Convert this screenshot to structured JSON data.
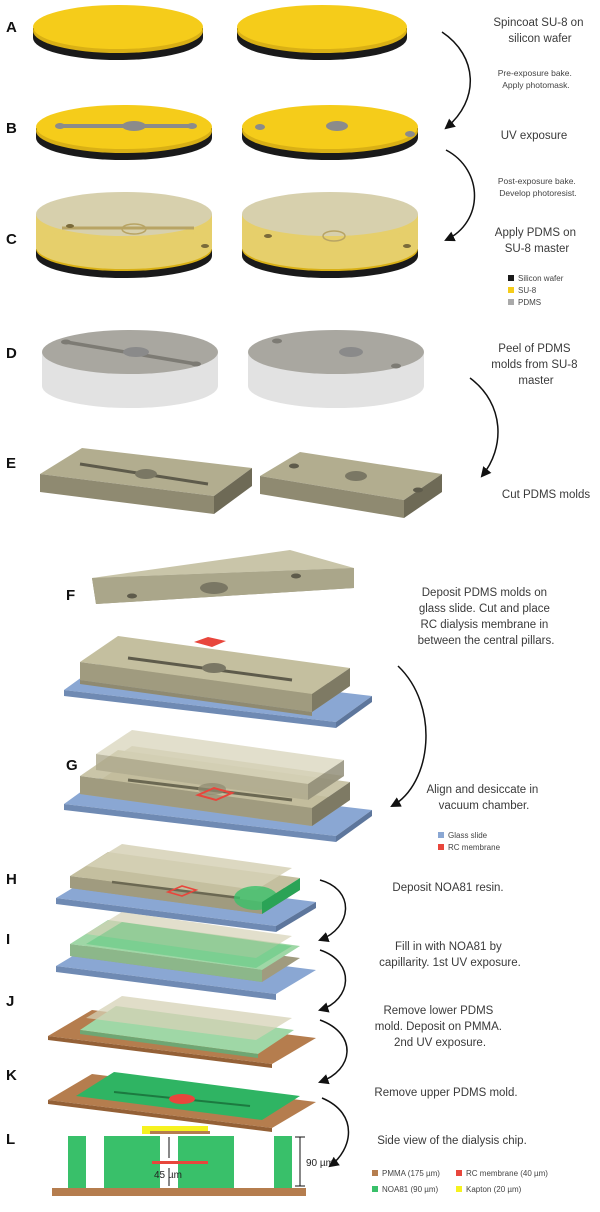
{
  "colors": {
    "silicon": "#1a1a1a",
    "su8": "#f5cc1a",
    "pdms": "#a9a9a9",
    "pdms_body": "#c3bda0",
    "glass": "#8aa7d3",
    "rc": "#e8463c",
    "noa": "#39c06a",
    "pmma": "#b57d4e",
    "kapton": "#f6f21f"
  },
  "steps": {
    "A": {
      "label": "A",
      "caption": [
        "Spincoat SU-8 on",
        "silicon wafer"
      ]
    },
    "AB": {
      "caption": [
        "Pre-exposure bake.",
        "Apply photomask."
      ]
    },
    "B": {
      "label": "B",
      "caption": [
        "UV exposure"
      ]
    },
    "BC": {
      "caption": [
        "Post-exposure bake.",
        "Develop photoresist."
      ]
    },
    "C": {
      "label": "C",
      "caption": [
        "Apply PDMS on",
        "SU-8 master"
      ]
    },
    "D": {
      "label": "D",
      "caption": [
        "Peel of PDMS",
        "molds from SU-8",
        "master"
      ]
    },
    "E": {
      "label": "E",
      "caption": [
        "Cut PDMS molds"
      ]
    },
    "F": {
      "label": "F",
      "caption": [
        "Deposit PDMS molds on",
        "glass slide. Cut and place",
        "RC dialysis membrane in",
        "between the central pillars."
      ]
    },
    "G": {
      "label": "G",
      "caption": [
        "Align and desiccate in",
        "vacuum chamber."
      ]
    },
    "H": {
      "label": "H",
      "caption": [
        "Deposit NOA81 resin."
      ]
    },
    "I": {
      "label": "I",
      "caption": [
        "Fill in with NOA81 by",
        "capillarity. 1st UV exposure."
      ]
    },
    "J": {
      "label": "J",
      "caption": [
        "Remove lower PDMS",
        "mold. Deposit on PMMA.",
        "2nd UV exposure."
      ]
    },
    "K": {
      "label": "K",
      "caption": [
        "Remove upper PDMS mold."
      ]
    },
    "L": {
      "label": "L",
      "caption": [
        "Side view of the dialysis chip."
      ]
    }
  },
  "legend1": [
    "Silicon wafer",
    "SU-8",
    "PDMS"
  ],
  "legend2": [
    "Glass slide",
    "RC membrane"
  ],
  "legend3": [
    "PMMA (175 µm)",
    "RC membrane (40 µm)",
    "NOA81 (90 µm)",
    "Kapton (20 µm)"
  ],
  "dims": {
    "total": "90 µm",
    "lower": "45 µm"
  }
}
